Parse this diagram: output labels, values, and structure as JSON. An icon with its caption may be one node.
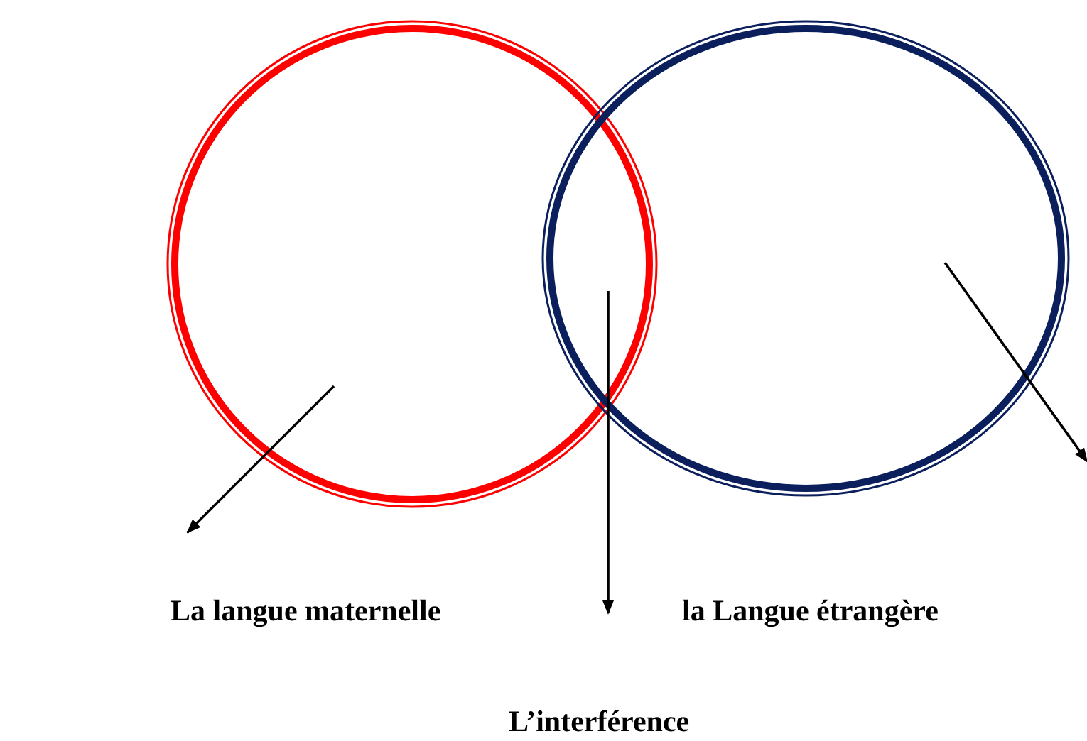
{
  "diagram": {
    "nodes": [
      {
        "text": [],
        "shape": "circle"
      },
      {
        "text": [],
        "shape": "circle"
      },
      {
        "text": [
          "La langue maternelle"
        ]
      },
      {
        "text": [
          "la Langue étrangère"
        ]
      },
      {
        "text": [
          "L’interférence"
        ]
      }
    ],
    "edges": [
      {
        "from": 0,
        "to": 2,
        "arrow": "to"
      },
      {
        "from": 0,
        "to": null,
        "arrow": "to"
      },
      {
        "from": 1,
        "to": null,
        "arrow": "to"
      }
    ]
  }
}
